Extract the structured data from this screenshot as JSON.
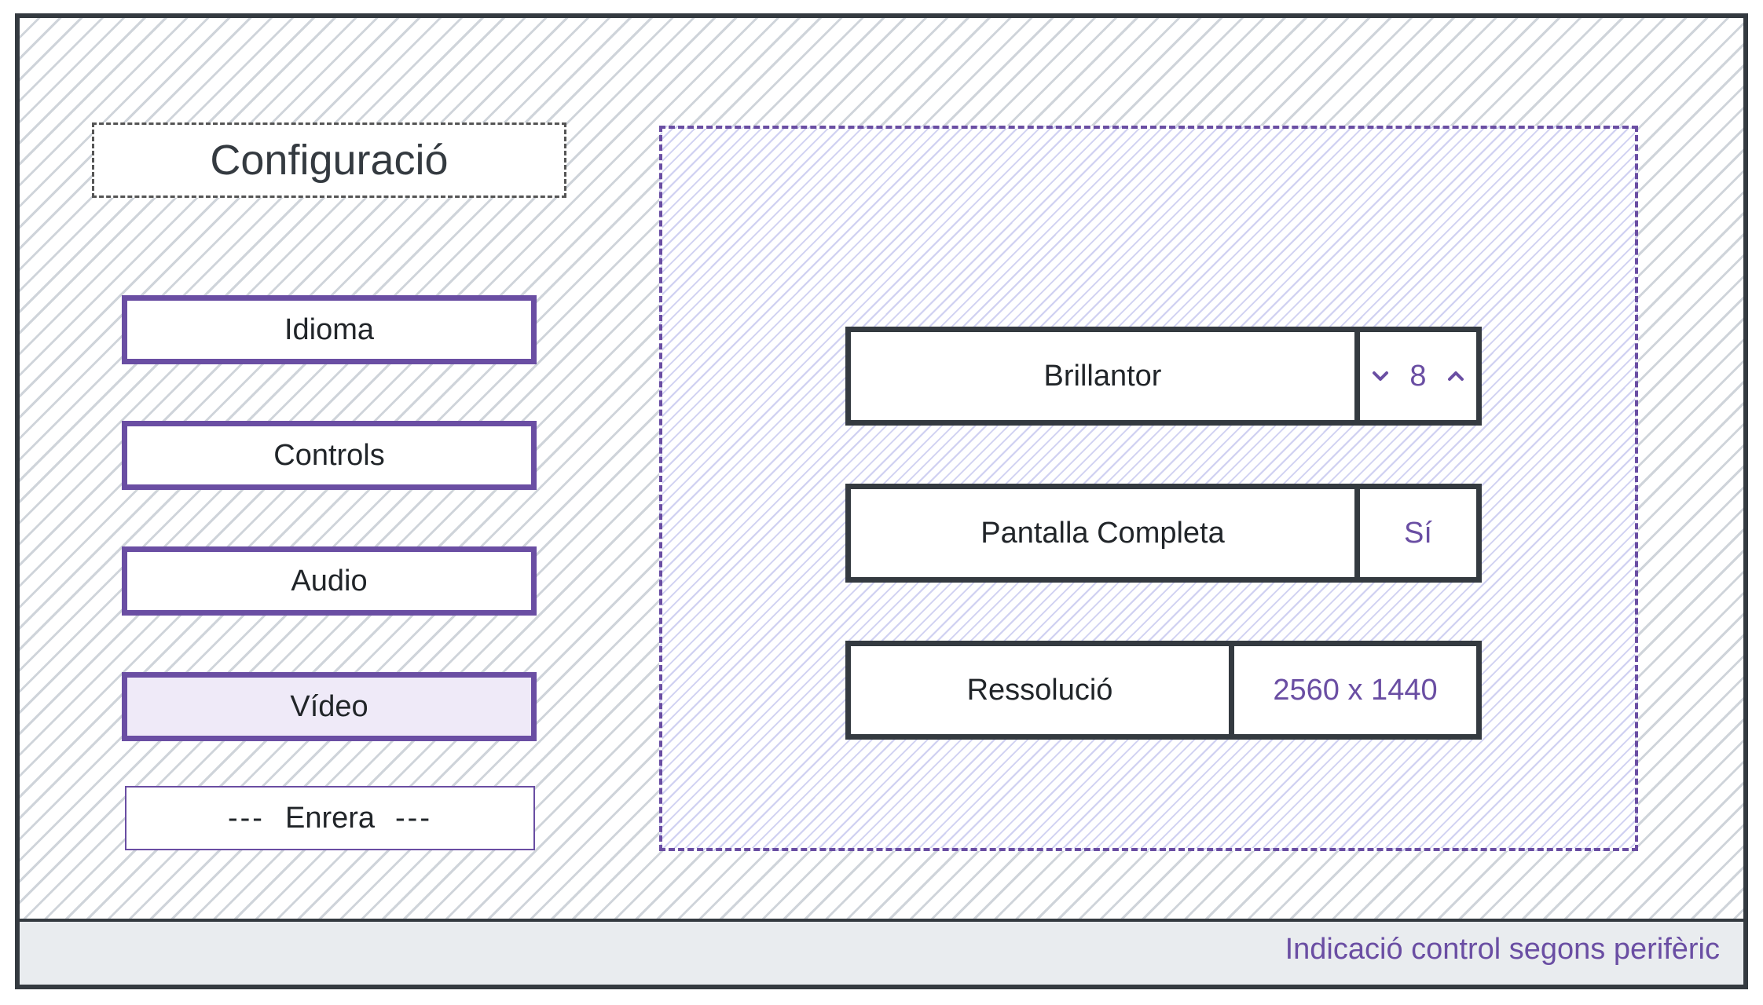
{
  "title": "Configuració",
  "menu": {
    "items": [
      {
        "label": "Idioma"
      },
      {
        "label": "Controls"
      },
      {
        "label": "Audio"
      },
      {
        "label": "Vídeo",
        "active": true
      }
    ],
    "back": {
      "dash_left": "---",
      "label": "Enrera",
      "dash_right": "---"
    }
  },
  "settings": {
    "brightness": {
      "label": "Brillantor",
      "value": "8",
      "down_icon": "chevron-down",
      "up_icon": "chevron-up"
    },
    "fullscreen": {
      "label": "Pantalla Completa",
      "value": "Sí"
    },
    "resolution": {
      "label": "Ressolució",
      "value": "2560 x 1440"
    }
  },
  "footer": {
    "hint": "Indicació control segons perifèric"
  },
  "colors": {
    "accent": "#6a4ea3",
    "border": "#343a40",
    "footer_bg": "#e9ecef",
    "active_bg": "#efeaf8"
  }
}
